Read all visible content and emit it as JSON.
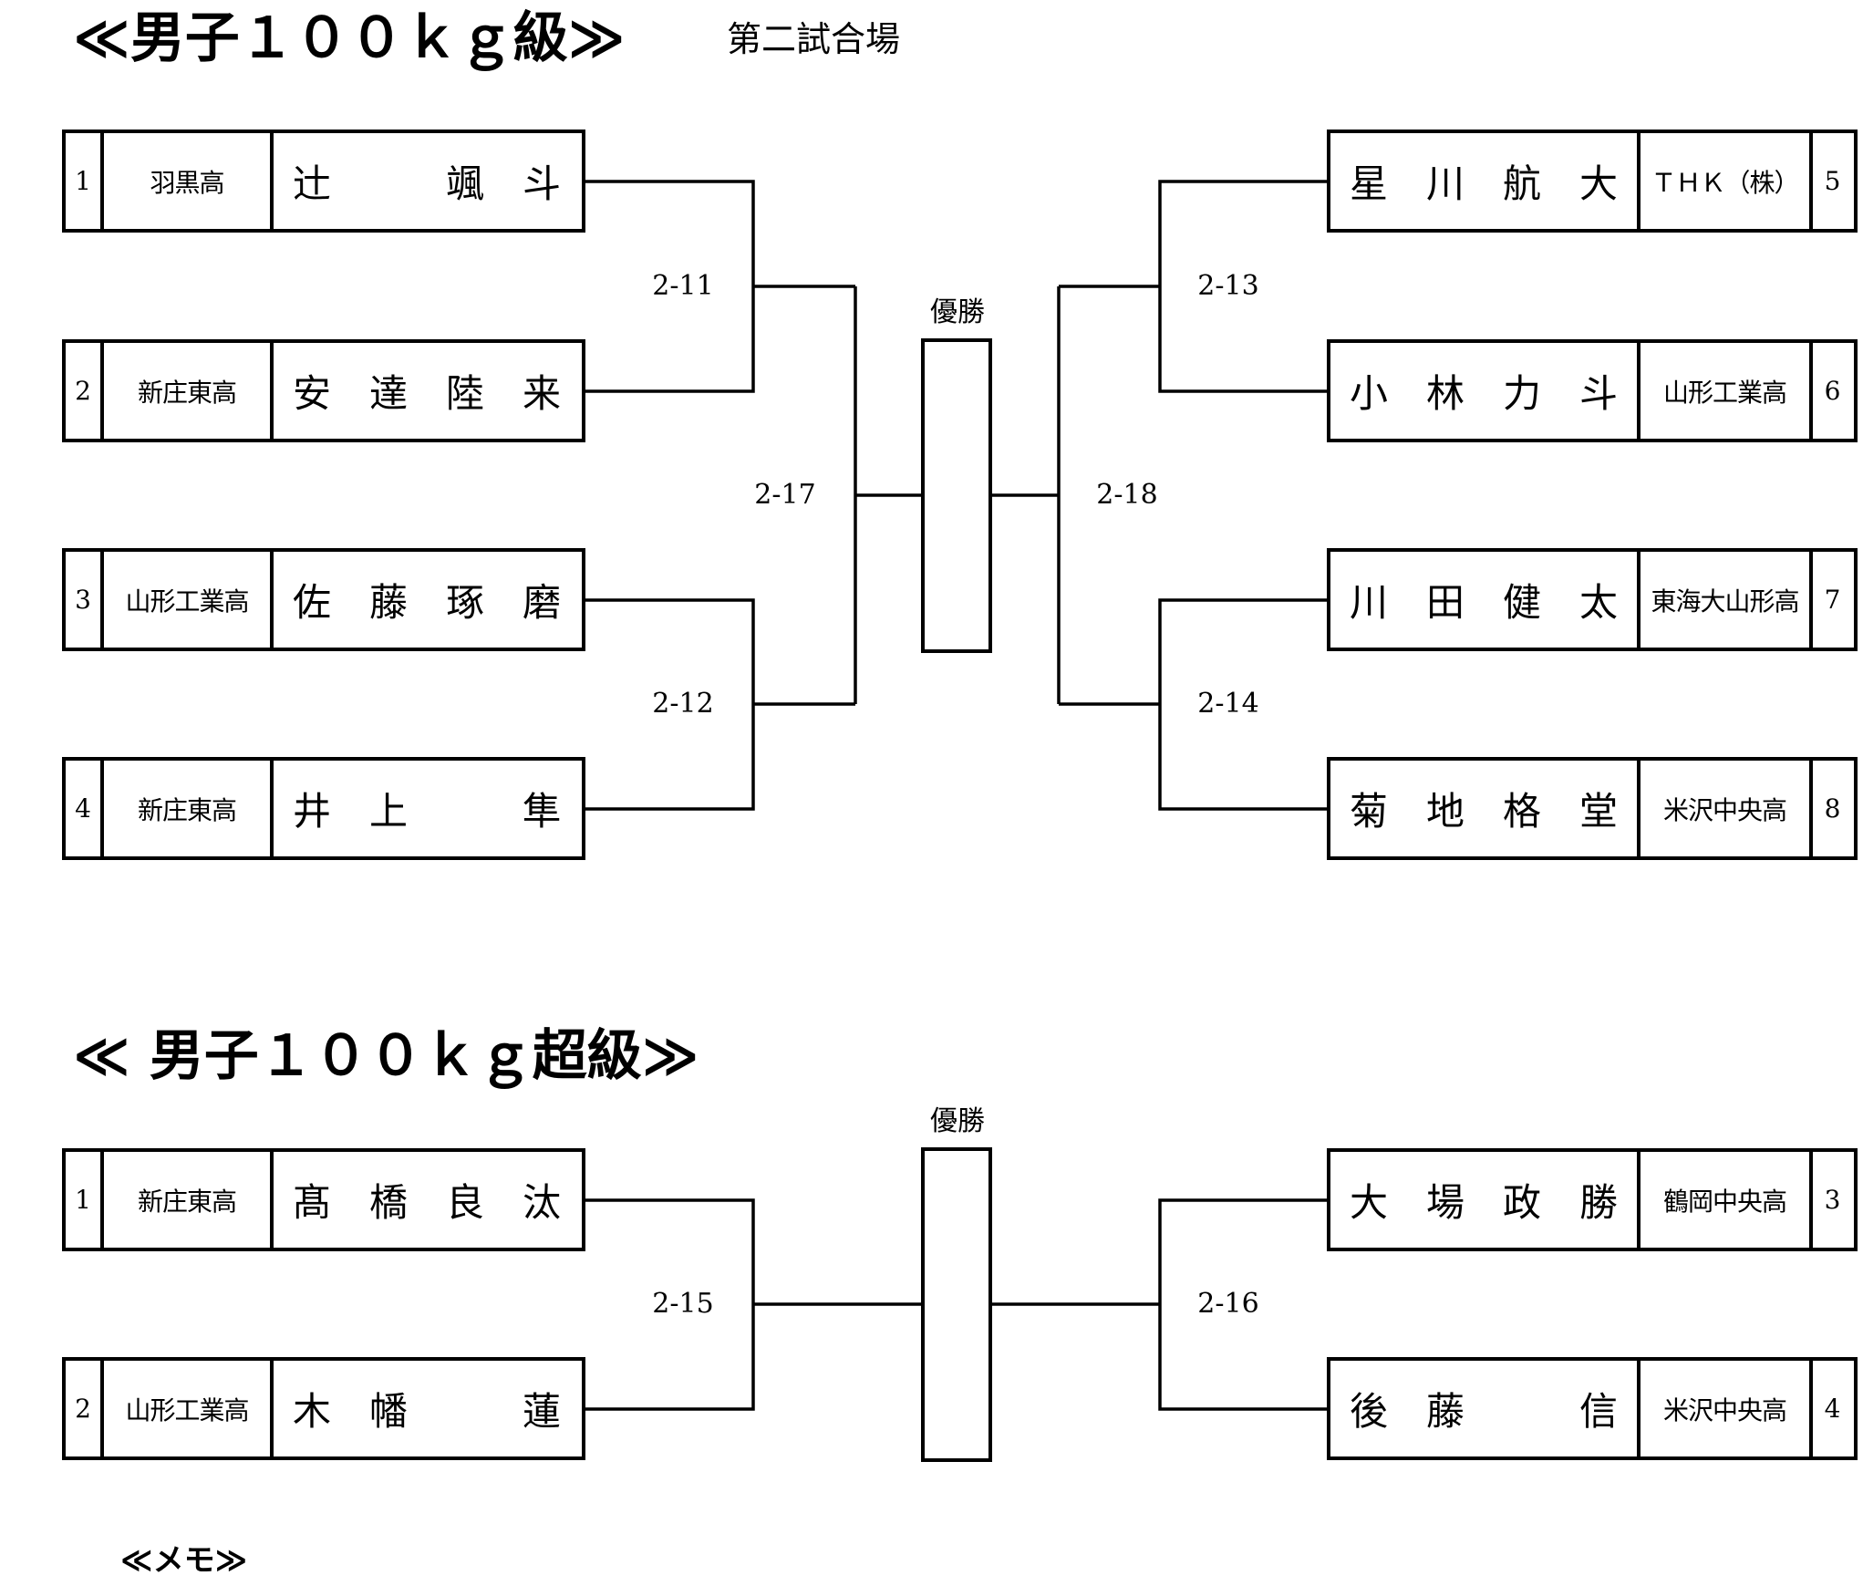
{
  "venue": "第二試合場",
  "memo": "≪メモ≫",
  "divisions": [
    {
      "title": "≪男子１００ｋｇ級≫",
      "champion_label": "優勝",
      "left_entries": [
        {
          "seed": "1",
          "school": "羽黒高",
          "name": "辻　　　颯　斗"
        },
        {
          "seed": "2",
          "school": "新庄東高",
          "name": "安　達　陸　来"
        },
        {
          "seed": "3",
          "school": "山形工業高",
          "name": "佐　藤　琢　磨"
        },
        {
          "seed": "4",
          "school": "新庄東高",
          "name": "井　上　　　隼"
        }
      ],
      "right_entries": [
        {
          "seed": "5",
          "school": "ＴＨＫ（株）",
          "name": "星　川　航　大"
        },
        {
          "seed": "6",
          "school": "山形工業高",
          "name": "小　林　力　斗"
        },
        {
          "seed": "7",
          "school": "東海大山形高",
          "name": "川　田　健　太"
        },
        {
          "seed": "8",
          "school": "米沢中央高",
          "name": "菊　地　格　堂"
        }
      ],
      "matches": [
        "2-11",
        "2-12",
        "2-13",
        "2-14",
        "2-17",
        "2-18"
      ]
    },
    {
      "title": "≪ 男子１００ｋｇ超級≫",
      "champion_label": "優勝",
      "left_entries": [
        {
          "seed": "1",
          "school": "新庄東高",
          "name": "髙　橋　良　汰"
        },
        {
          "seed": "2",
          "school": "山形工業高",
          "name": "木　幡　　　蓮"
        }
      ],
      "right_entries": [
        {
          "seed": "3",
          "school": "鶴岡中央高",
          "name": "大　場　政　勝"
        },
        {
          "seed": "4",
          "school": "米沢中央高",
          "name": "後　藤　　　信"
        }
      ],
      "matches": [
        "2-15",
        "2-16"
      ]
    }
  ]
}
